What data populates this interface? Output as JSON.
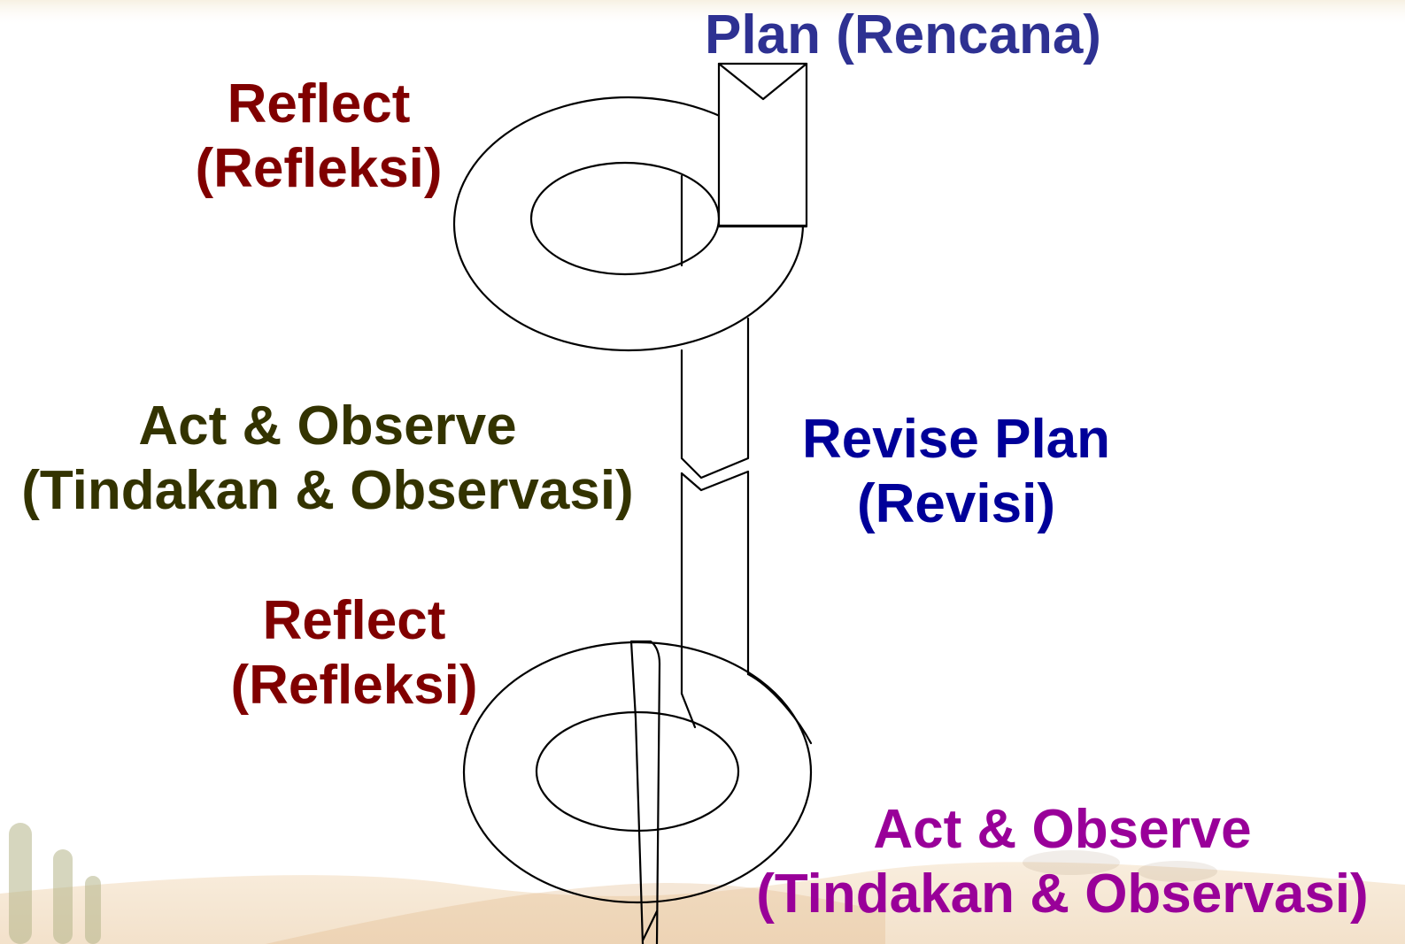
{
  "labels": {
    "plan": {
      "line1": "Plan (Rencana)",
      "color": "#2E3192"
    },
    "reflect_top": {
      "line1": "Reflect",
      "line2": "(Refleksi)",
      "color": "#800000"
    },
    "act_observe_left": {
      "line1": "Act & Observe",
      "line2": "(Tindakan & Observasi)",
      "color": "#333300"
    },
    "revise_plan": {
      "line1": "Revise Plan",
      "line2": "(Revisi)",
      "color": "#000099"
    },
    "reflect_bottom": {
      "line1": "Reflect",
      "line2": "(Refleksi)",
      "color": "#800000"
    },
    "act_observe_right": {
      "line1": "Act & Observe",
      "line2": "(Tindakan & Observasi)",
      "color": "#990099"
    }
  },
  "colors": {
    "background": "#FFFFFF",
    "diagram_stroke": "#000000",
    "backdrop_tint": "#F5E3C8"
  }
}
